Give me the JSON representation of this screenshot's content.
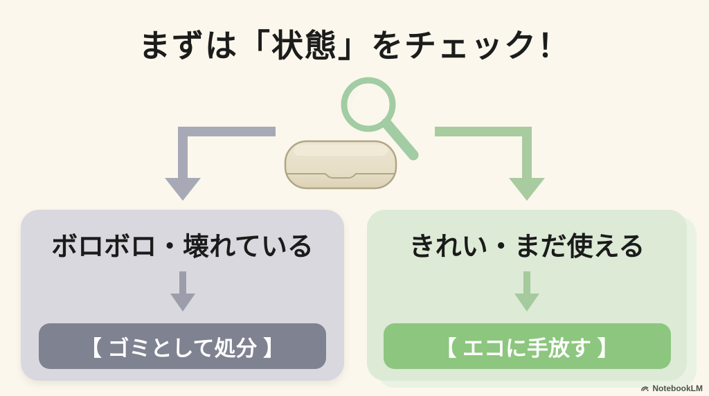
{
  "title": "まずは「状態」をチェック！",
  "center": {
    "icon": "magnifier",
    "illustration": "pencil-case",
    "magnifier_color": "#a2cca3",
    "case_fill": "#e9e2cc",
    "case_outline": "#b1a586"
  },
  "branches": {
    "left": {
      "condition": "ボロボロ・壊れている",
      "action": "【 ゴミとして処分 】",
      "card_bg": "#d9d8df",
      "arrow_color": "#a7aab6",
      "action_bg": "#7f8290",
      "action_text_color": "#ffffff"
    },
    "right": {
      "condition": "きれい・まだ使える",
      "action": "【 エコに手放す 】",
      "card_bg": "#dcead6",
      "arrow_color": "#a9cba0",
      "action_bg": "#8dc67f",
      "action_text_color": "#ffffff",
      "glow_color": "#e9f2e3"
    }
  },
  "watermark": {
    "label": "NotebookLM"
  },
  "background_color": "#fbf7ec",
  "title_color": "#1c1c1c"
}
